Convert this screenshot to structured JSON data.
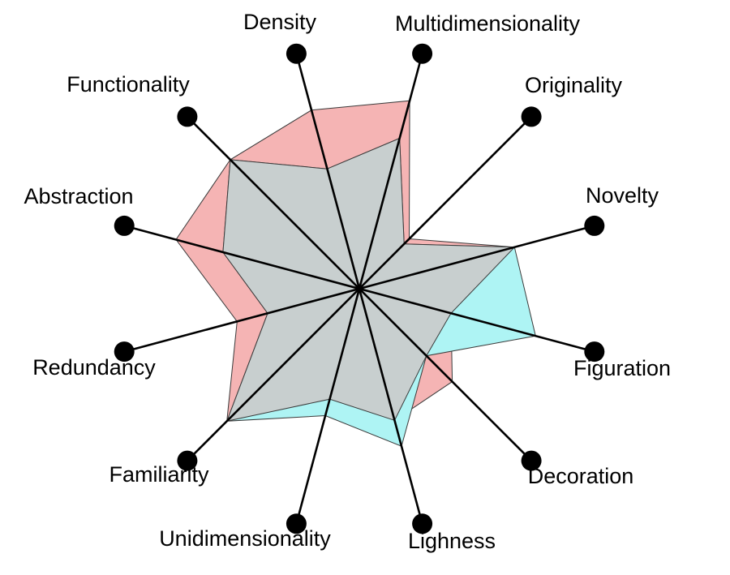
{
  "chart_data": {
    "type": "radar",
    "axes": [
      "Density",
      "Multidimensionality",
      "Originality",
      "Novelty",
      "Figuration",
      "Decoration",
      "Lighness",
      "Unidimensionality",
      "Familiarity",
      "Redundancy",
      "Abstraction",
      "Functionality"
    ],
    "range": [
      0,
      1
    ],
    "series": [
      {
        "values": [
          0.76,
          0.8,
          0.29,
          0.66,
          0.39,
          0.54,
          0.56,
          0.47,
          0.77,
          0.52,
          0.78,
          0.75
        ],
        "color": "#f5b4b4"
      },
      {
        "values": [
          0.51,
          0.64,
          0.26,
          0.66,
          0.75,
          0.39,
          0.67,
          0.54,
          0.77,
          0.39,
          0.58,
          0.75
        ],
        "color": "#aef4f4"
      }
    ]
  }
}
